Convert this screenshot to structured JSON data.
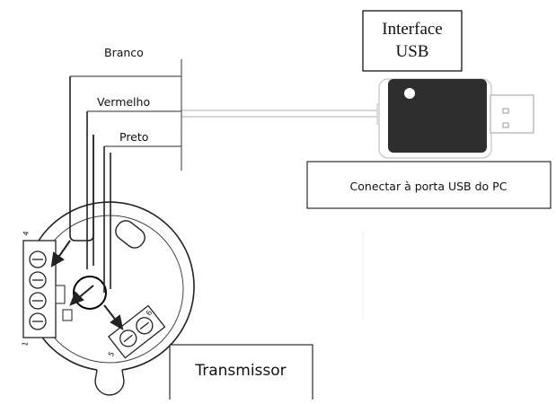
{
  "labels": {
    "interface_title_line1": "Interface",
    "interface_title_line2": "USB",
    "connect_label": "Conectar à porta USB do PC",
    "transmitter_label": "Transmissor"
  },
  "wires": [
    {
      "name": "Branco"
    },
    {
      "name": "Vermelho"
    },
    {
      "name": "Preto"
    }
  ],
  "terminal_numbers": {
    "top": "4",
    "bottom": "1",
    "side_top": "6",
    "side_bottom": "5"
  },
  "icons": {
    "usb_stick": "usb-interface-icon",
    "transmitter": "transmitter-head-icon"
  }
}
